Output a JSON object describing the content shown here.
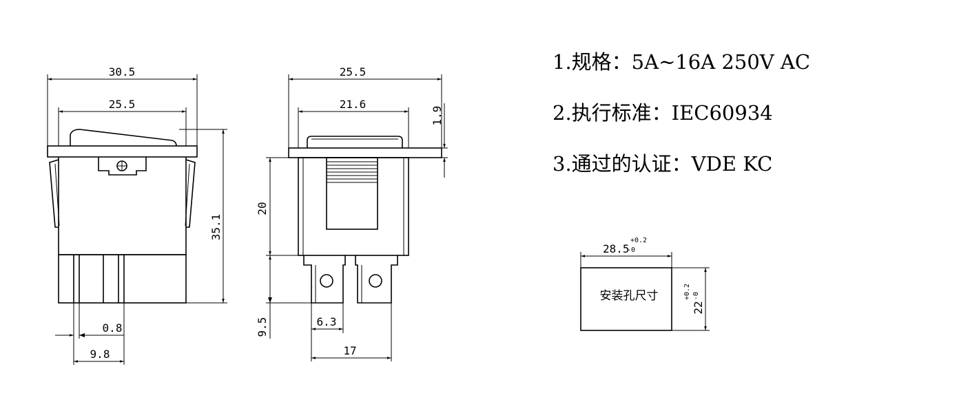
{
  "specs": {
    "line1": "1.规格：5A~16A  250V  AC",
    "line2": "2.执行标准：IEC60934",
    "line3": "3.通过的认证：VDE  KC"
  },
  "front_view": {
    "dim_overall_width": "30.5",
    "dim_rocker_width": "25.5",
    "dim_height": "35.1",
    "dim_terminal_thickness": "0.8",
    "dim_terminal_pitch": "9.8"
  },
  "side_view": {
    "dim_flange_width": "25.5",
    "dim_body_width": "21.6",
    "dim_flange_thickness": "1.9",
    "dim_body_height": "20",
    "dim_terminal_length": "9.5",
    "dim_terminal_width": "6.3",
    "dim_terminal_span": "17"
  },
  "cutout": {
    "width": "28.5",
    "width_tol_plus": "+0.2",
    "width_tol_minus": "-0",
    "height": "22",
    "height_tol_plus": "+0.2",
    "height_tol_minus": "-0",
    "label": "安装孔尺寸"
  }
}
